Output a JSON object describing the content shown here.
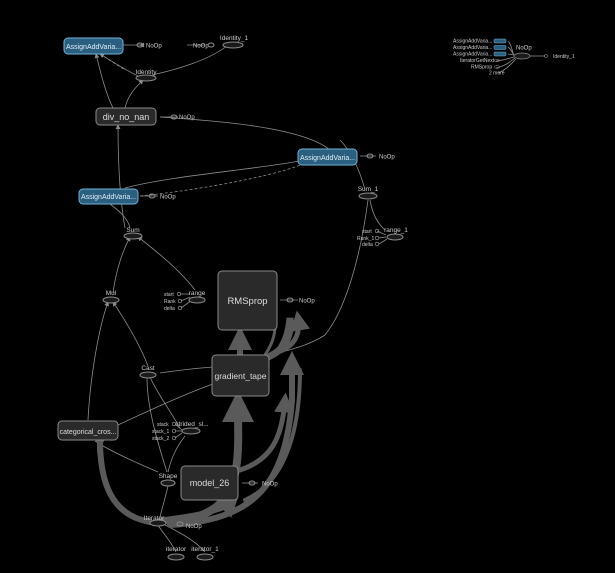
{
  "graph": {
    "assign_top": "AssignAddVaria...",
    "assign_mid_right": "AssignAddVaria...",
    "assign_mid_left": "AssignAddVaria...",
    "identity": "Identity",
    "identity_1": "Identity_1",
    "div_no_nan": "div_no_nan",
    "sum": "Sum",
    "sum_1": "Sum_1",
    "mul": "Mul",
    "cast": "Cast",
    "range": "range",
    "range_1": "range_1",
    "strided_slice": "strided_sl...",
    "shape": "Shape",
    "iterator": "Iterator",
    "iterator_node": "iterator",
    "iterator_1": "iterator_1",
    "rmsprop": "RMSprop",
    "gradient_tape": "gradient_tape",
    "model_26": "model_26",
    "categorical": "categorical_cros...",
    "noop": "NoOp",
    "range_inputs": [
      "start",
      "Rank",
      "delta"
    ],
    "range1_inputs": [
      "start",
      "Rank_1",
      "delta"
    ],
    "strided_inputs": [
      "stack",
      "stack_1",
      "stack_2"
    ]
  },
  "legend": {
    "items": [
      "AssignAddVaria...",
      "AssignAddVaria...",
      "AssignAddVaria...",
      "IteratorGetNext",
      "RMSprop"
    ],
    "more": "2 more",
    "noop": "NoOp",
    "identity_1": "Identity_1"
  },
  "colors": {
    "background": "#000000",
    "node_fill": "#2a2a2a",
    "node_stroke": "#8a8a8a",
    "assign_fill": "#2b5f7f",
    "assign_stroke": "#6fb3d8",
    "edge": "#8c8c8c",
    "thick_edge": "#5a5a5a"
  }
}
